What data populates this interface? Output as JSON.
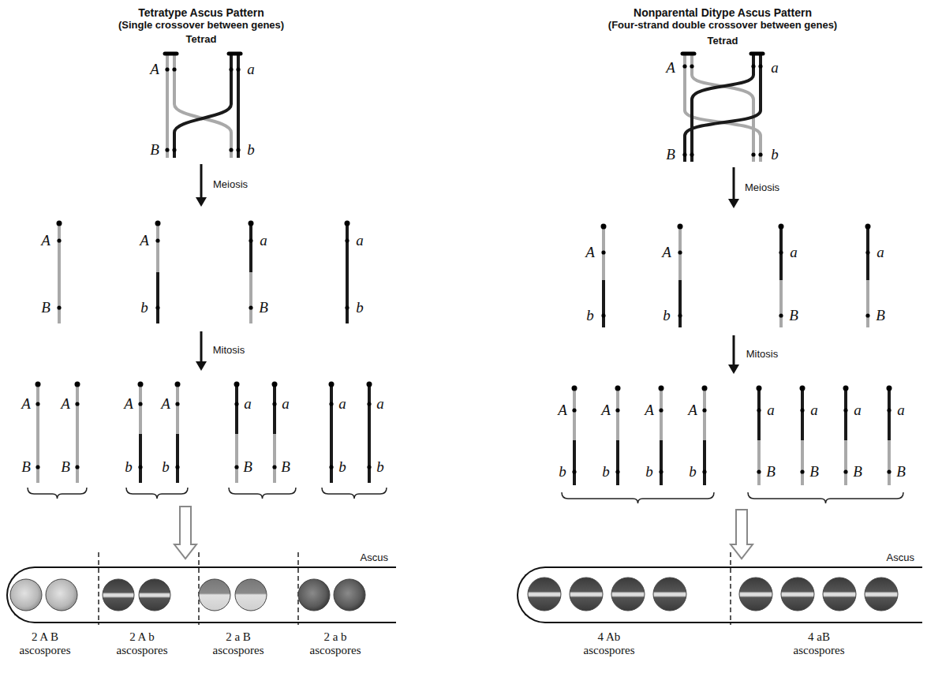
{
  "diagram": {
    "nodes": [
      {
        "text": [
          "Ascus"
        ]
      },
      {
        "text": [
          "Ascus"
        ]
      }
    ],
    "labels": [
      "Tetratype Ascus Pattern",
      "(Single crossover between genes)",
      "Tetrad",
      "A",
      "a",
      "B",
      "b",
      "Meiosis",
      "A",
      "B",
      "A",
      "b",
      "a",
      "B",
      "a",
      "b",
      "Mitosis",
      "A",
      "B",
      "A",
      "B",
      "A",
      "b",
      "A",
      "b",
      "a",
      "B",
      "a",
      "B",
      "a",
      "b",
      "a",
      "b",
      "2 A B ascospores",
      "2 A b ascospores",
      "2 a B ascospores",
      "2 a b ascospores",
      "Nonparental Ditype Ascus Pattern",
      "(Four-strand double crossover between genes)",
      "Tetrad",
      "A",
      "a",
      "B",
      "b",
      "Meiosis",
      "A",
      "b",
      "A",
      "b",
      "a",
      "B",
      "a",
      "B",
      "Mitosis",
      "A",
      "b",
      "A",
      "b",
      "A",
      "b",
      "A",
      "b",
      "a",
      "B",
      "a",
      "B",
      "a",
      "B",
      "a",
      "B",
      "4 Ab ascospores",
      "4 aB ascospores"
    ]
  }
}
